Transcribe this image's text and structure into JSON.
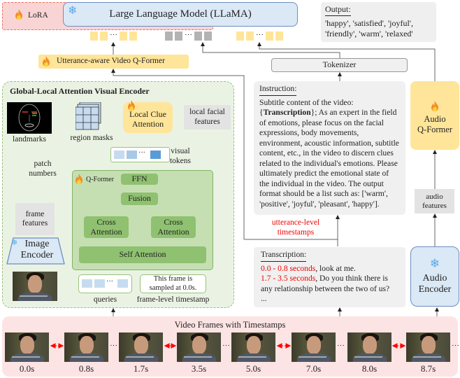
{
  "top": {
    "lora_label": "LoRA",
    "llm_label": "Large Language Model (LLaMA)",
    "output_title": "Output:",
    "output_line1": "'happy', 'satisfied', 'joyful',",
    "output_line2": "'friendly', 'warm', 'relaxed'",
    "ellipsis": "···"
  },
  "utterance_qformer": "Utterance-aware Video Q-Former",
  "tokenizer": "Tokenizer",
  "instruction": {
    "title": "Instruction:",
    "pre": "Subtitle content of the video: {",
    "bold": "Transcription",
    "post": "}; As an expert in the field of emotions, please focus on the facial expressions, body movements, environment, acoustic information, subtitle content, etc., in the video to discern clues related to the individual's emotions. Please ultimately predict the emotional state of the individual in the video. The output format should be a list such as: ['warm', 'positive', 'joyful', 'pleasant', 'happy']."
  },
  "utterance_timestamps_label": "utterance-level timestamps",
  "transcription": {
    "title": "Transcription:",
    "lines": [
      {
        "time": "0.0 - 0.8 seconds",
        "text": ", look at me."
      },
      {
        "time": "1.7 - 3.5 seconds",
        "text": ", Do you think there is any relationship between the two of us?"
      }
    ],
    "more": "..."
  },
  "audio": {
    "qformer_line1": "Audio",
    "qformer_line2": "Q-Former",
    "features": "audio features",
    "encoder_line1": "Audio",
    "encoder_line2": "Encoder"
  },
  "visual_encoder": {
    "title": "Global-Local Attention Visual Encoder",
    "landmarks": "landmarks",
    "region_masks": "region masks",
    "local_clue_attention": "Local Clue Attention",
    "local_facial_features": "local facial features",
    "visual_tokens": "visual tokens",
    "patch_numbers": "patch numbers",
    "qformer_label": "Q-Former",
    "ffn": "FFN",
    "fusion": "Fusion",
    "cross_attention": "Cross Attention",
    "self_attention": "Self Attention",
    "frame_features": "frame features",
    "image_encoder": "Image Encoder",
    "queries": "queries",
    "timestamp_prompt": "This frame is sampled at 0.0s.",
    "frame_level_timestamp": "frame-level timestamp"
  },
  "video_frames": {
    "title": "Video Frames with Timestamps",
    "timestamps": [
      "0.0s",
      "0.8s",
      "1.7s",
      "3.5s",
      "5.0s",
      "7.0s",
      "8.0s",
      "8.7s"
    ]
  },
  "colors": {
    "trainable": "#ffe599",
    "frozen": "#dbe8f5",
    "lora": "#f9d4d4",
    "encoder_bg": "#eaf3e3",
    "qformer": "#c5dfb3",
    "timestamp_red": "#ee0000"
  },
  "icons": {
    "trainable": "flame-icon",
    "frozen": "snowflake-icon"
  }
}
